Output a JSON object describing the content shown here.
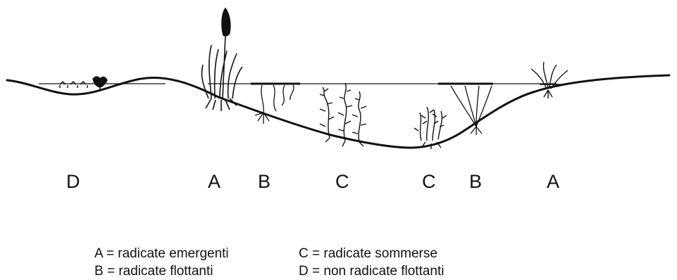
{
  "zone_labels": [
    "D",
    "A",
    "B",
    "C",
    "C",
    "B",
    "A"
  ],
  "legend": {
    "a": "A = radicate emergenti",
    "b": "B = radicate flottanti",
    "c": "C =  radicate sommerse",
    "d": "D =  non radicate flottanti"
  },
  "colors": {
    "ink": "#111111",
    "background": "#ffffff"
  }
}
